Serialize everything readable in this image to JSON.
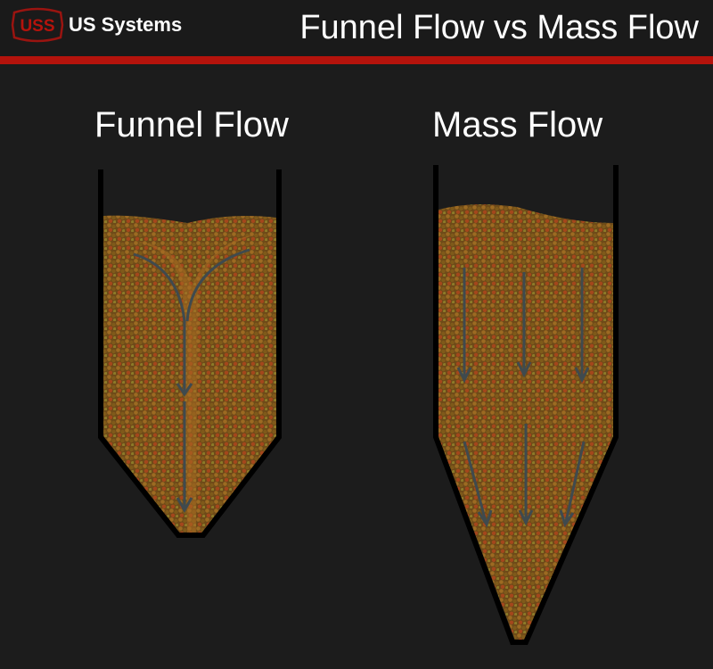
{
  "header": {
    "logo_text": "USS",
    "brand": "US Systems",
    "title": "Funnel Flow vs Mass Flow"
  },
  "diagrams": {
    "funnel": {
      "label": "Funnel Flow"
    },
    "mass": {
      "label": "Mass Flow"
    }
  },
  "colors": {
    "accent": "#b4130c",
    "background": "#1c1c1c",
    "material": "#8a5a1e",
    "wall": "#000000",
    "arrow": "#3f4a4e"
  }
}
